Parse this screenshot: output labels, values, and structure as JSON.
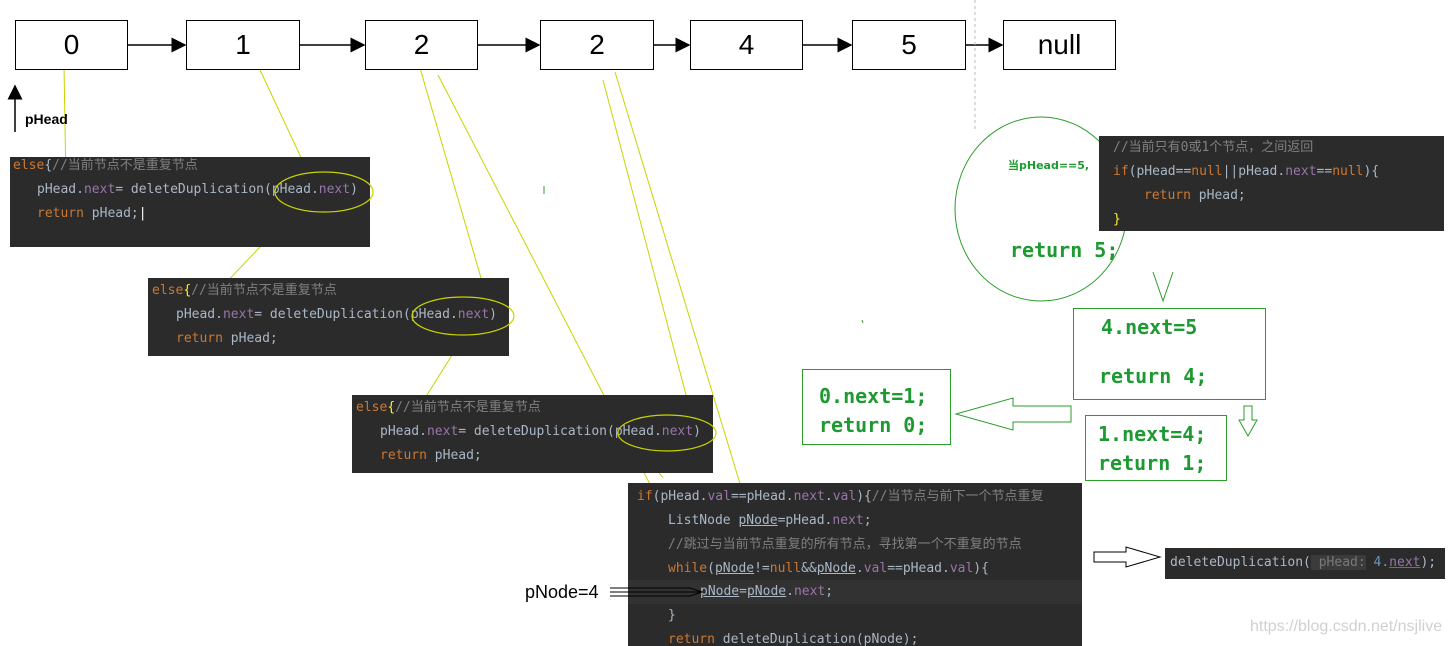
{
  "nodes": [
    "0",
    "1",
    "2",
    "2",
    "4",
    "5",
    "null"
  ],
  "phead_label": "pHead",
  "else_block": {
    "kw_else": "else",
    "brace": "{",
    "comment": "//当前节点不是重复节点",
    "l2_a": "pHead.",
    "l2_next": "next",
    "l2_b": "= deleteDuplication(pHead.",
    "l2_next2": "next",
    "l2_c": ")",
    "kw_return": "return",
    "l3_b": " pHead;"
  },
  "if_block": {
    "kw_if": "if",
    "l1_b": "(pHead.",
    "l1_val": "val",
    "l1_c": "==pHead.",
    "l1_next": "next",
    "l1_d": ".",
    "l1_val2": "val",
    "l1_e": "){",
    "l1_comment": "//当节点与前下一个节点重复",
    "l2_a": "ListNode ",
    "l2_pnode": "pNode",
    "l2_b": "=pHead.",
    "l2_next": "next",
    "l2_c": ";",
    "l3_comment": "//跳过与当前节点重复的所有节点，寻找第一个不重复的节点",
    "kw_while": "while",
    "l4_b": "(",
    "l4_pnode": "pNode",
    "l4_c": "!=",
    "kw_null": "null",
    "l4_d": "&&",
    "l4_pnode2": "pNode",
    "l4_e": ".",
    "l4_val": "val",
    "l4_f": "==pHead.",
    "l4_val2": "val",
    "l4_g": "){",
    "l5_pnode": "pNode",
    "l5_b": "=",
    "l5_pnode2": "pNode",
    "l5_c": ".",
    "l5_next": "next",
    "l5_d": ";",
    "l6": "}",
    "kw_return": "return",
    "l7_b": " deleteDuplication(pNode);"
  },
  "base_block": {
    "comment": "//当前只有0或1个节点，之间返回",
    "kw_if": "if",
    "l2_b": "(pHead==",
    "kw_null": "null",
    "l2_c": "||pHead.",
    "l2_next": "next",
    "l2_d": "==",
    "kw_null2": "null",
    "l2_e": "){",
    "kw_return": "return",
    "l3_b": " pHead;",
    "l4": "}"
  },
  "call_block": {
    "prefix": "deleteDuplication(",
    "hint": " pHead:",
    "arg": " 4.",
    "arg_next": "next",
    "suffix": ");"
  },
  "circle": {
    "small": "当pHead==5,",
    "big": "return 5;"
  },
  "return_boxes": {
    "box4_l1": "4.next=5",
    "box4_l2": "return 4;",
    "box1_l1": "1.next=4;",
    "box1_l2": "return 1;",
    "box0_l1": "0.next=1;",
    "box0_l2": "return 0;"
  },
  "pnode_label": "pNode=4",
  "watermark": "https://blog.csdn.net/nsjlive",
  "colors": {
    "code_bg": "#2b2b2b",
    "keyword": "#cc7832",
    "comment": "#808080",
    "field": "#9876aa",
    "plain": "#a9b7c6",
    "green": "#1f9a32",
    "yellow_line": "#c8d400"
  }
}
